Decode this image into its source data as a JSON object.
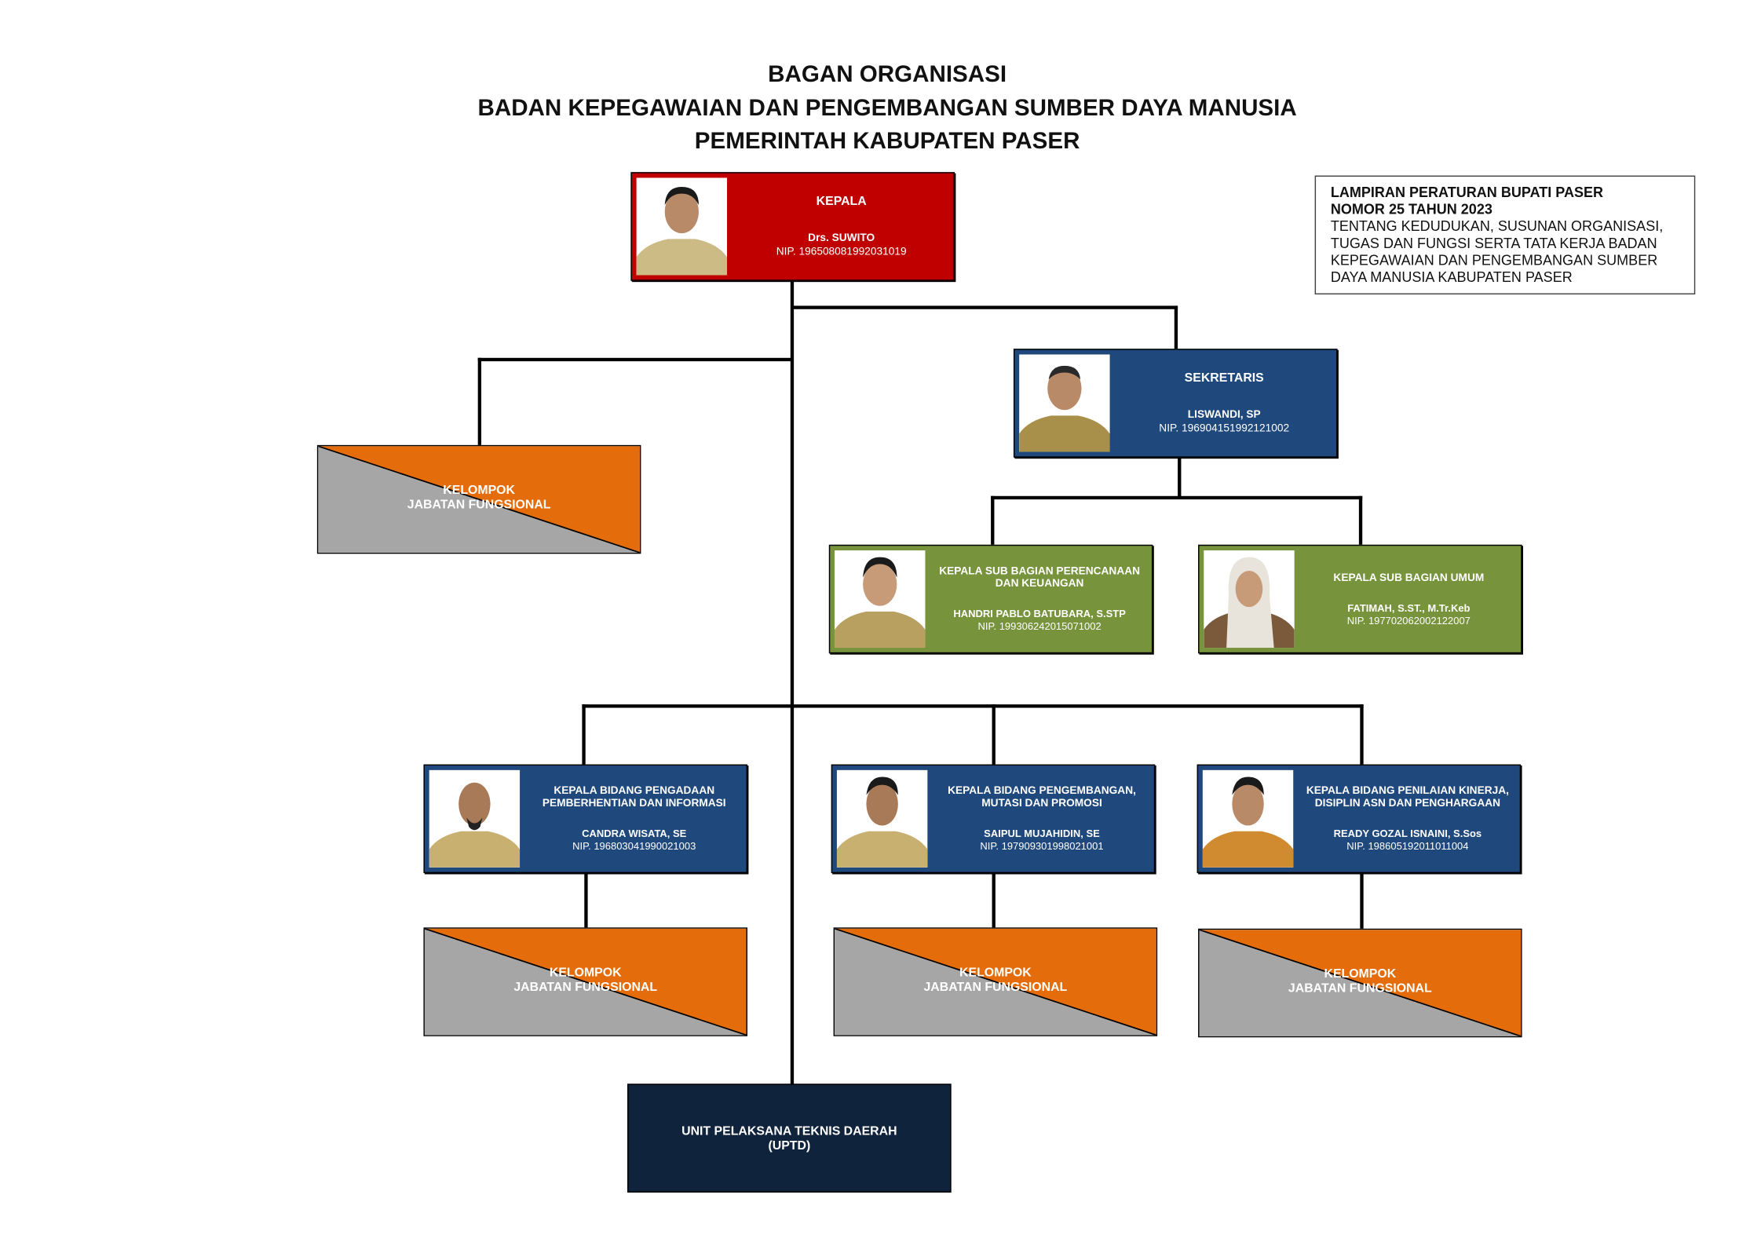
{
  "header": {
    "line1": "BAGAN ORGANISASI",
    "line2": "BADAN KEPEGAWAIAN DAN PENGEMBANGAN SUMBER DAYA MANUSIA",
    "line3": "PEMERINTAH KABUPATEN PASER"
  },
  "note": {
    "line1": "LAMPIRAN PERATURAN BUPATI PASER",
    "line2": "NOMOR 25 TAHUN 2023",
    "body": "TENTANG KEDUDUKAN, SUSUNAN ORGANISASI, TUGAS DAN FUNGSI SERTA TATA KERJA BADAN KEPEGAWAIAN DAN PENGEMBANGAN SUMBER DAYA MANUSIA KABUPATEN PASER"
  },
  "colors": {
    "kepala": "#c00000",
    "blue": "#1f497d",
    "green": "#77933c",
    "orange": "#e46c0a",
    "gray": "#a6a6a6",
    "uptd": "#10233d"
  },
  "kepala": {
    "role": "KEPALA",
    "name": "Drs. SUWITO",
    "nip": "NIP. 196508081992031019"
  },
  "sekretaris": {
    "role": "SEKRETARIS",
    "name": "LISWANDI, SP",
    "nip": "NIP. 196904151992121002"
  },
  "subbag": [
    {
      "role": "KEPALA SUB BAGIAN PERENCANAAN DAN KEUANGAN",
      "name": "HANDRI PABLO BATUBARA, S.STP",
      "nip": "NIP. 199306242015071002"
    },
    {
      "role": "KEPALA SUB BAGIAN UMUM",
      "name": "FATIMAH, S.ST., M.Tr.Keb",
      "nip": "NIP. 197702062002122007"
    }
  ],
  "bidang": [
    {
      "role": "KEPALA BIDANG PENGADAAN PEMBERHENTIAN DAN INFORMASI",
      "name": "CANDRA WISATA, SE",
      "nip": "NIP. 196803041990021003"
    },
    {
      "role": "KEPALA BIDANG PENGEMBANGAN, MUTASI DAN PROMOSI",
      "name": "SAIPUL MUJAHIDIN, SE",
      "nip": "NIP. 197909301998021001"
    },
    {
      "role": "KEPALA BIDANG PENILAIAN KINERJA, DISIPLIN ASN DAN PENGHARGAAN",
      "name": "READY GOZAL ISNAINI, S.Sos",
      "nip": "NIP. 198605192011011004"
    }
  ],
  "kelompok": {
    "line1": "KELOMPOK",
    "line2": "JABATAN FUNGSIONAL"
  },
  "uptd": {
    "line1": "UNIT PELAKSANA TEKNIS DAERAH",
    "line2": "(UPTD)"
  }
}
